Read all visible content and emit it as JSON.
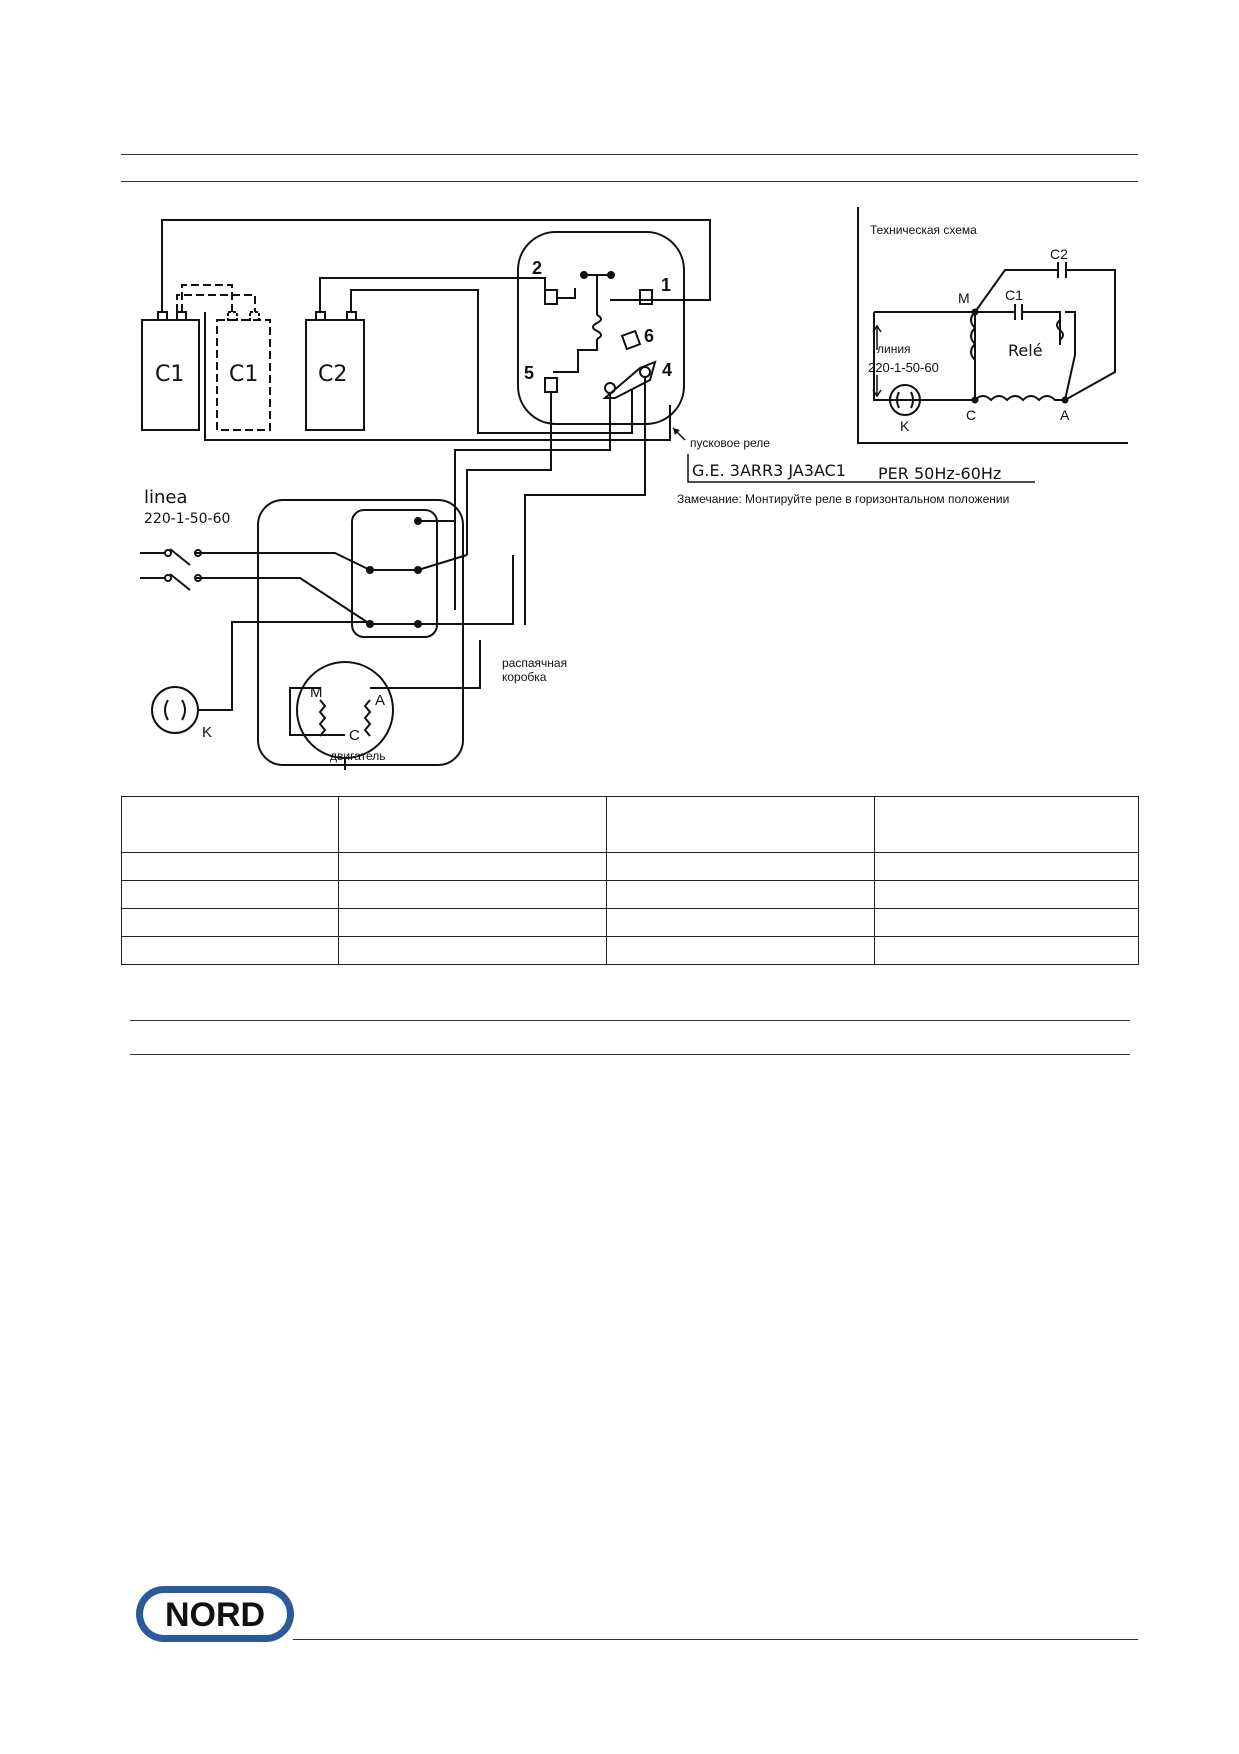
{
  "diagram": {
    "capacitors": [
      "C1",
      "C1",
      "C2"
    ],
    "relay_terminals": [
      "1",
      "2",
      "4",
      "5",
      "6"
    ],
    "line_label": "linea",
    "line_spec": "220-1-50-60",
    "switch_label": "K",
    "junction_box_label": "распаячная коробка",
    "junction_box_label_lines": [
      "распаячная",
      "коробка"
    ],
    "motor_label": "двигатель",
    "motor_terminals": [
      "M",
      "A",
      "C"
    ],
    "relay_label": "пусковое реле",
    "relay_model": "G.E. 3ARR3 JA3AC1",
    "relay_freq": "PER 50Hz-60Hz",
    "note": "Замечание:  Монтируйте реле в горизонтальном положении"
  },
  "tech_scheme": {
    "title": "Техническая схема",
    "line_label": "линия",
    "line_spec": "220-1-50-60",
    "capacitor_labels": [
      "C2",
      "C1"
    ],
    "relay_label": "Relé",
    "nodes": [
      "M",
      "C",
      "A"
    ],
    "switch_label": "K"
  },
  "table": {
    "rows": [
      [
        "",
        "",
        "",
        ""
      ],
      [
        "",
        "",
        "",
        ""
      ],
      [
        "",
        "",
        "",
        ""
      ],
      [
        "",
        "",
        "",
        ""
      ],
      [
        "",
        "",
        "",
        ""
      ]
    ]
  },
  "brand": {
    "name": "NORD",
    "color": "#2b5a99"
  }
}
